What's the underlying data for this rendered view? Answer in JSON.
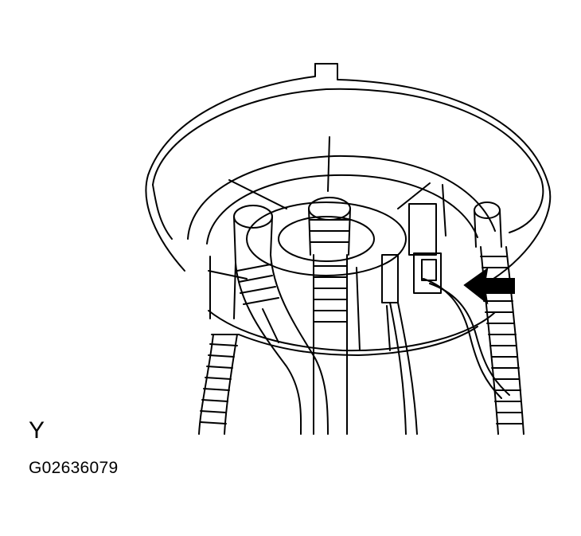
{
  "figure": {
    "view_label": "Y",
    "figure_code": "G02636079",
    "line_color": "#000000",
    "background_color": "#ffffff",
    "subject": "fuel-pump-assembly-top-with-hoses-and-connector",
    "callout": "arrow-icon"
  }
}
